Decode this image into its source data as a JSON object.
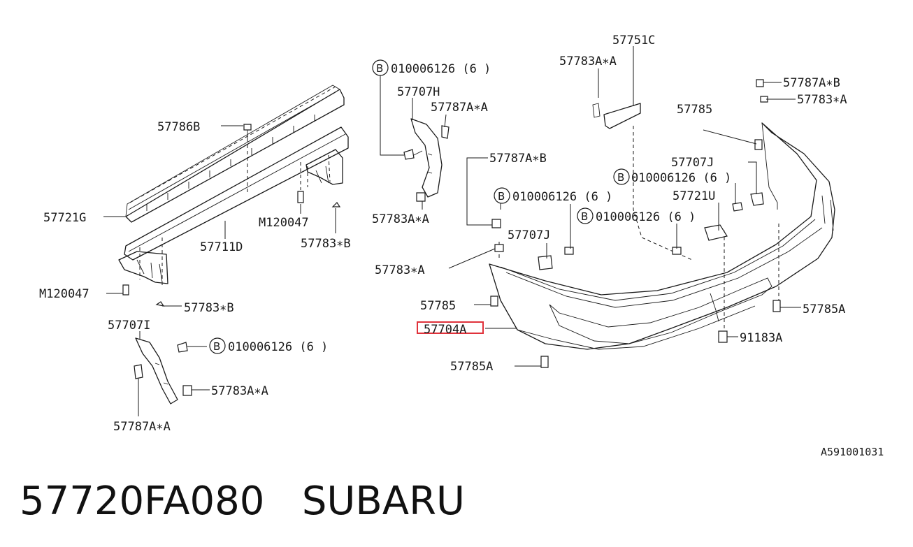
{
  "diagram": {
    "reference_code": "A591001031",
    "highlighted_part": "57704A",
    "bolt_symbol": "B",
    "labels": {
      "l57751C": "57751C",
      "l57783A_A_top": "57783A∗A",
      "l57787A_B_right": "57787A∗B",
      "l57783_A_right": "57783∗A",
      "l57785_right": "57785",
      "l57707J_right": "57707J",
      "l57721U": "57721U",
      "bolt_right": "010006126 (6 )",
      "bolt_mid": "010006126 (6 )",
      "bolt_center": "010006126 (6 )",
      "bolt_top": "010006126 (6 )",
      "bolt_lower": "010006126 (6 )",
      "l57707H": "57707H",
      "l57787A_A_top": "57787A∗A",
      "l57783A_A_mid": "57783A∗A",
      "l57787A_B_center": "57787A∗B",
      "l57707J_center": "57707J",
      "l57783_A_center": "57783∗A",
      "l57785_center": "57785",
      "l57704A": "57704A",
      "l57785A_bottom": "57785A",
      "l57785A_right": "57785A",
      "l91183A": "91183A",
      "l57786B": "57786B",
      "l57721G": "57721G",
      "lM120047_top": "M120047",
      "l57711D": "57711D",
      "l57783_B_top": "57783∗B",
      "lM120047_left": "M120047",
      "l57783_B_left": "57783∗B",
      "l57707I": "57707I",
      "l57783A_A_low": "57783A∗A",
      "l57787A_A_low": "57787A∗A"
    }
  },
  "footer": {
    "part_number": "57720FA080",
    "brand": "SUBARU"
  },
  "colors": {
    "highlight": "#e0323b",
    "ink": "#1a1a1a",
    "background": "#ffffff"
  }
}
